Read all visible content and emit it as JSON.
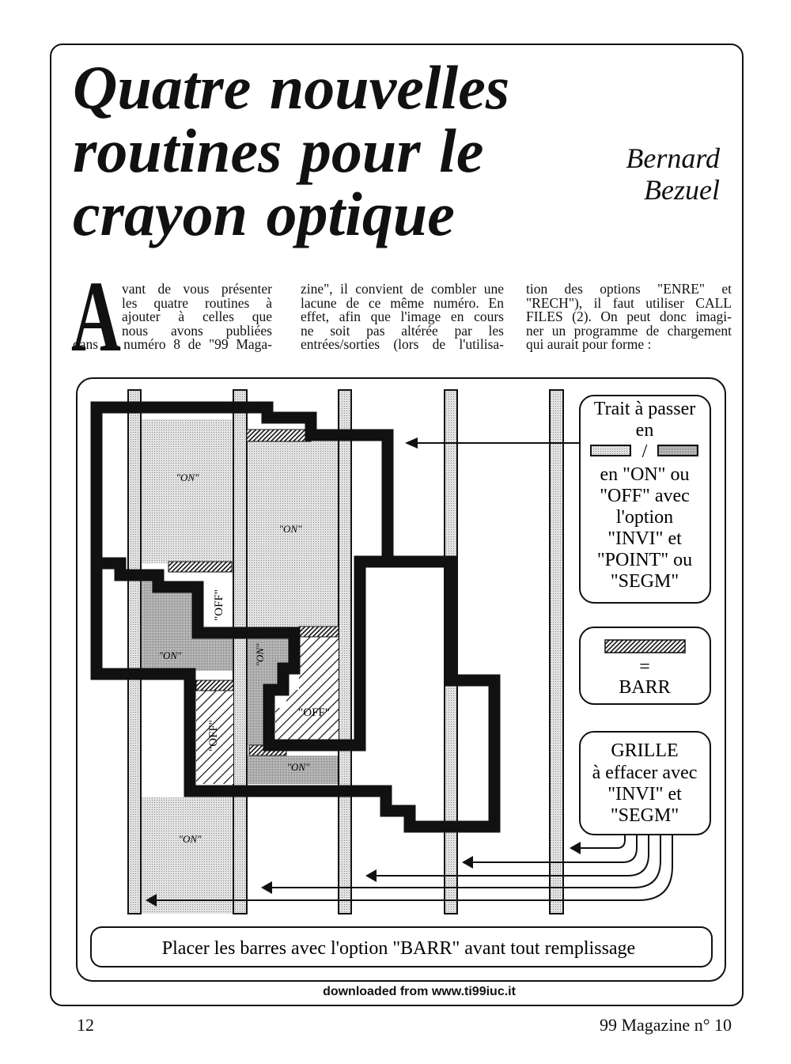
{
  "title_lines": [
    "Quatre nouvelles",
    "routines pour le",
    "crayon optique"
  ],
  "author": [
    "Bernard",
    "Bezuel"
  ],
  "drop_cap": "A",
  "columns": [
    [
      "vant de vous présenter",
      "les quatre routines à",
      "ajouter à celles que",
      "nous avons publiées",
      "dans le numéro 8 de \"99 Maga-"
    ],
    [
      "zine\", il convient de combler une",
      "lacune de ce même numéro. En",
      "effet, afin que l'image en cours",
      "ne soit pas altérée par les",
      "entrées/sorties (lors de l'utilisa-"
    ],
    [
      "tion des options \"ENRE\" et",
      "\"RECH\"), il faut utiliser CALL",
      "FILES (2). On peut donc imagi-",
      "ner un programme de chargement",
      "qui aurait pour forme :"
    ]
  ],
  "diagram": {
    "on": "\"ON\"",
    "off": "\"OFF\"",
    "legend_trait": [
      "Trait à passer",
      "en",
      "/",
      "en \"ON\" ou",
      "\"OFF\" avec",
      "l'option",
      "\"INVI\" et",
      "\"POINT\" ou",
      "\"SEGM\""
    ],
    "legend_barr": [
      "=",
      "BARR"
    ],
    "legend_grille": [
      "GRILLE",
      "à effacer avec",
      "\"INVI\" et",
      "\"SEGM\""
    ],
    "caption": "Placer les barres avec l'option \"BARR\" avant tout remplissage"
  },
  "footer": {
    "download": "downloaded from www.ti99iuc.it",
    "page_number": "12",
    "magazine": "99 Magazine n° 10"
  }
}
